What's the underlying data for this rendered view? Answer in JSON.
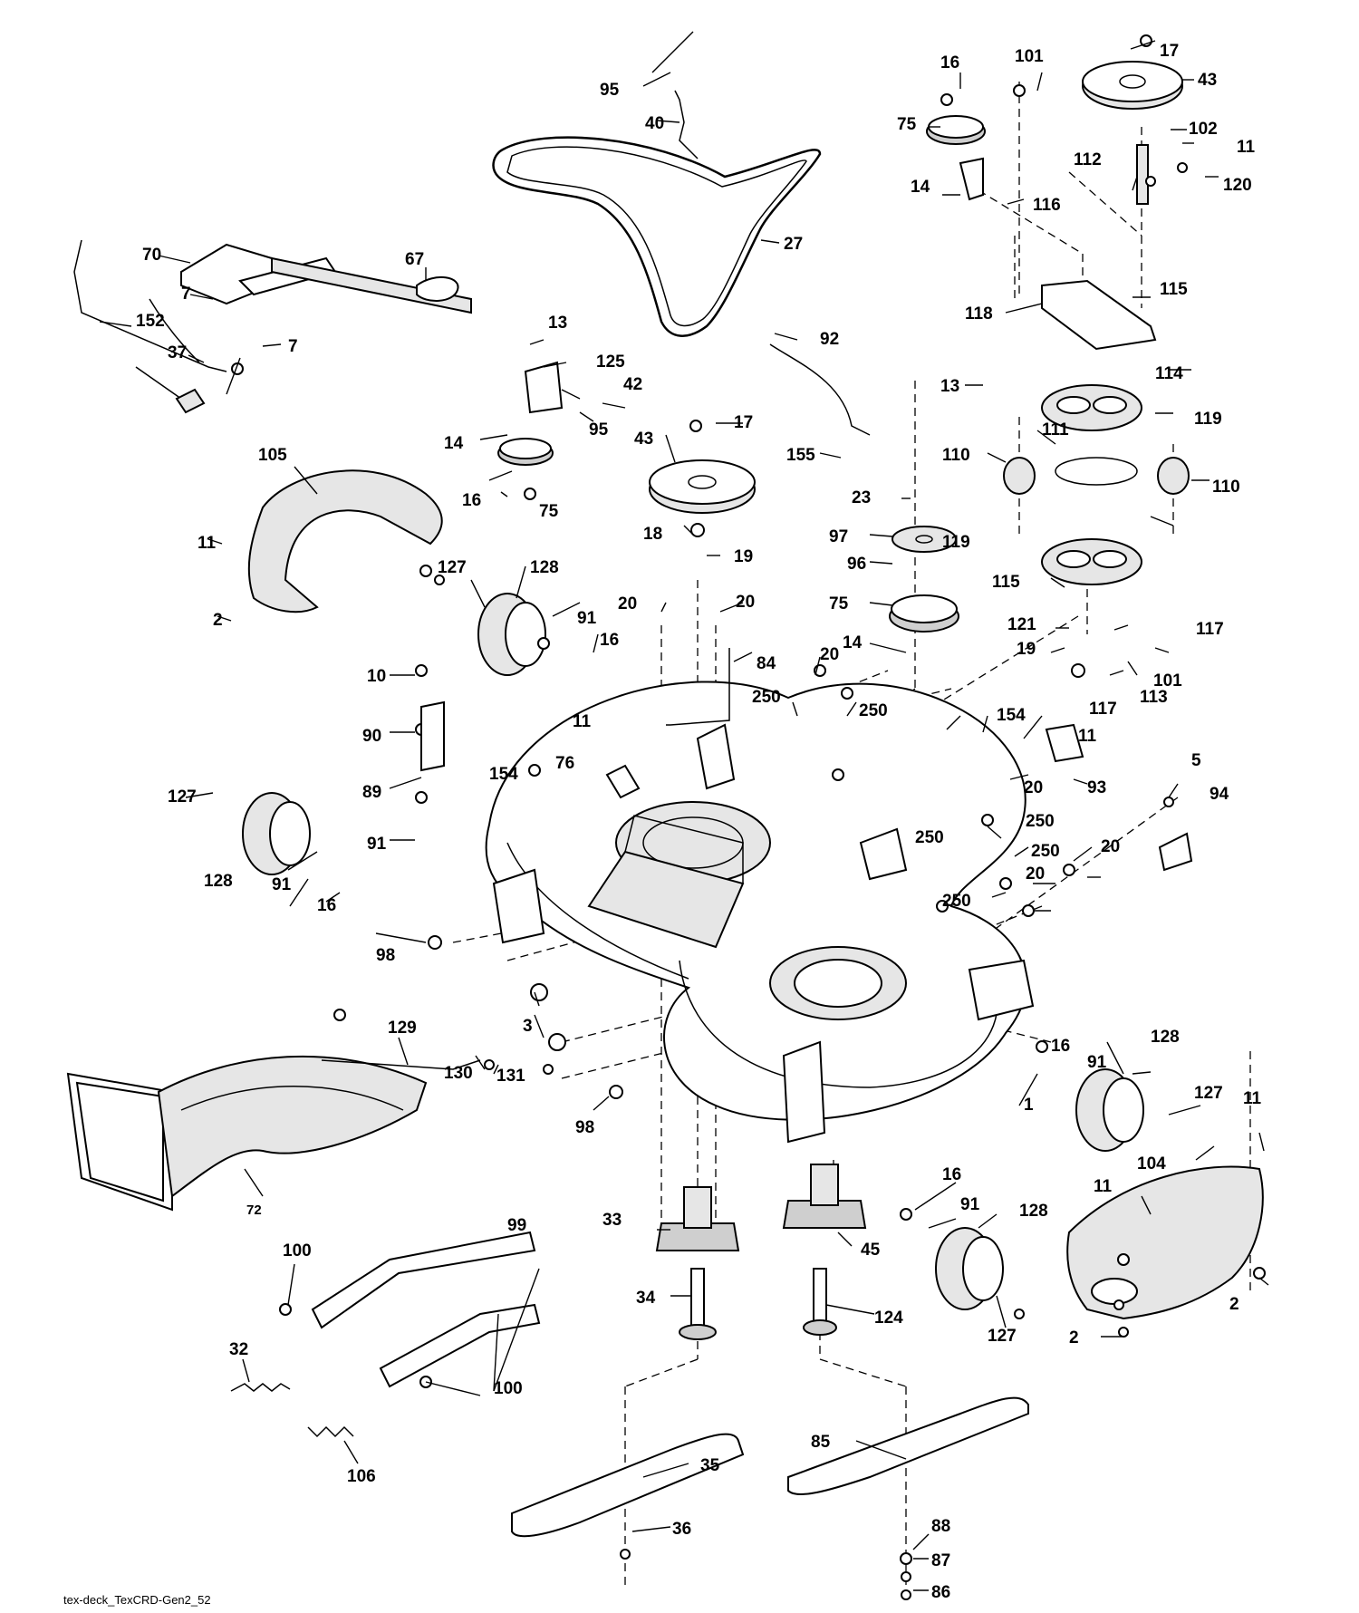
{
  "footer": {
    "reference": "tex-deck_TexCRD-Gen2_52"
  },
  "callouts": {
    "c1": "1",
    "c2": "2",
    "c3": "3",
    "c5": "5",
    "c7": "7",
    "c10": "10",
    "c11": "11",
    "c13": "13",
    "c14": "14",
    "c16": "16",
    "c17": "17",
    "c18": "18",
    "c19": "19",
    "c20": "20",
    "c23": "23",
    "c27": "27",
    "c32": "32",
    "c33": "33",
    "c34": "34",
    "c35": "35",
    "c36": "36",
    "c37": "37",
    "c40": "40",
    "c42": "42",
    "c43": "43",
    "c45": "45",
    "c67": "67",
    "c70": "70",
    "c72": "72",
    "c75": "75",
    "c76": "76",
    "c84": "84",
    "c85": "85",
    "c86": "86",
    "c87": "87",
    "c88": "88",
    "c89": "89",
    "c90": "90",
    "c91": "91",
    "c92": "92",
    "c93": "93",
    "c94": "94",
    "c95": "95",
    "c96": "96",
    "c97": "97",
    "c98": "98",
    "c99": "99",
    "c100": "100",
    "c101": "101",
    "c102": "102",
    "c104": "104",
    "c105": "105",
    "c106": "106",
    "c110": "110",
    "c111": "111",
    "c112": "112",
    "c113": "113",
    "c114": "114",
    "c115": "115",
    "c116": "116",
    "c117": "117",
    "c118": "118",
    "c119": "119",
    "c120": "120",
    "c121": "121",
    "c124": "124",
    "c125": "125",
    "c127": "127",
    "c128": "128",
    "c129": "129",
    "c130": "130",
    "c131": "131",
    "c152": "152",
    "c154": "154",
    "c155": "155",
    "c250": "250"
  }
}
